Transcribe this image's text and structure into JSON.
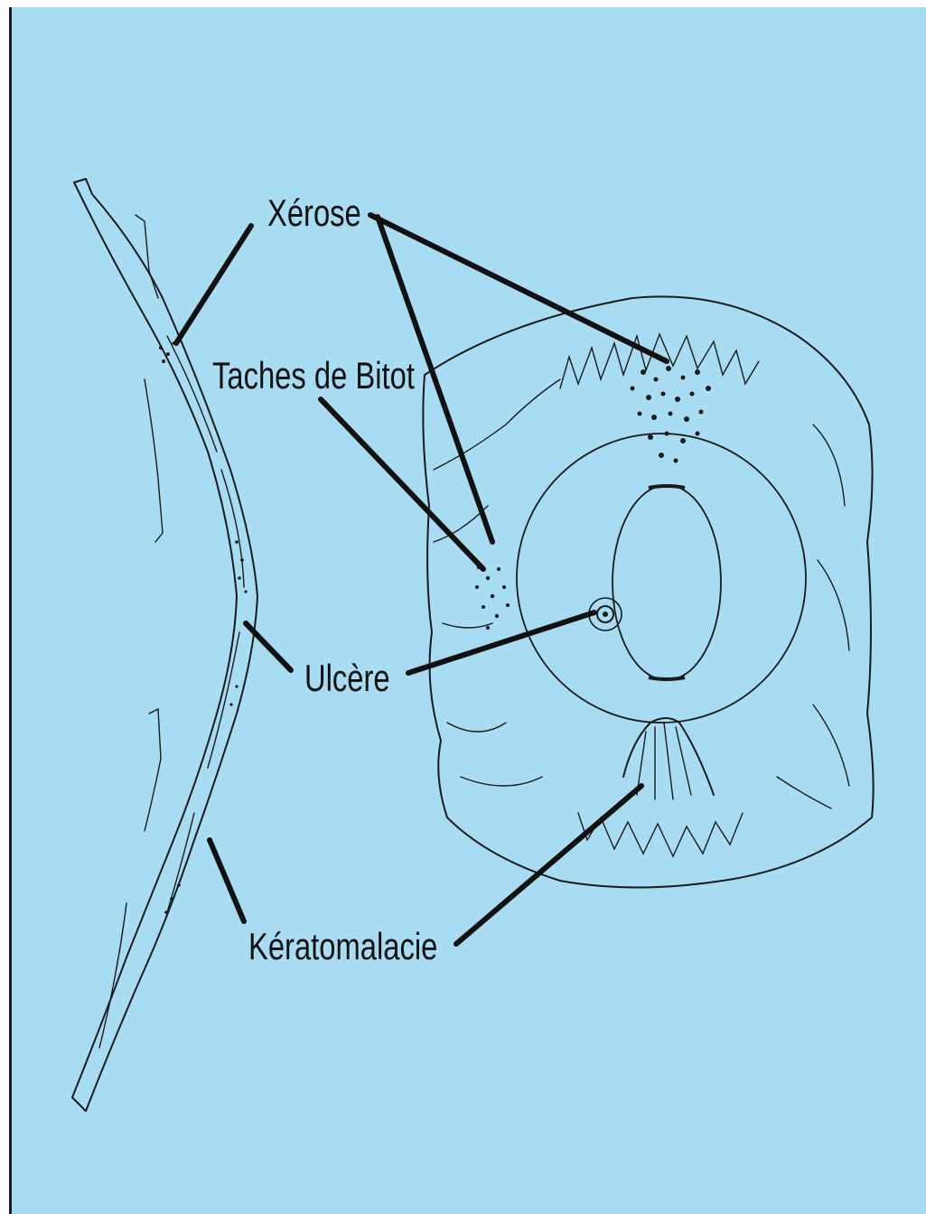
{
  "colors": {
    "background": "#a8dcf2",
    "ink": "#1a1a1a",
    "frame": "#ffffff"
  },
  "labels": {
    "xerose": "Xérose",
    "taches_de_bitot": "Taches de Bitot",
    "ulcere": "Ulcère",
    "keratomalacie": "Kératomalacie"
  }
}
